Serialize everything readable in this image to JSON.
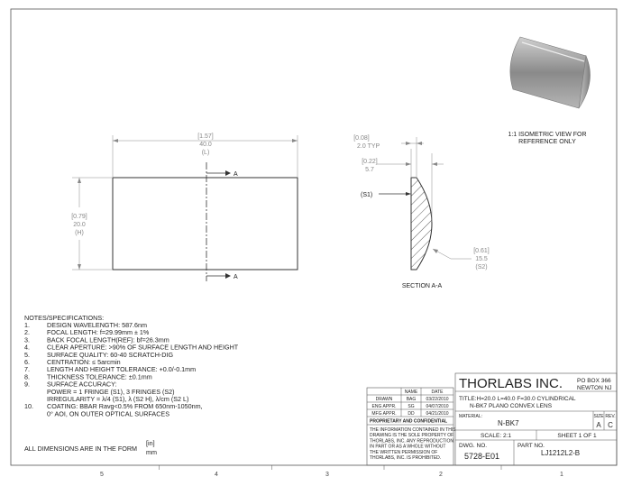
{
  "iso_view": {
    "line1": "1:1 ISOMETRIC VIEW FOR",
    "line2": "REFERENCE ONLY"
  },
  "front_view": {
    "length_in": "[1.57]",
    "length_mm": "40.0",
    "length_ref": "(L)",
    "height_in": "[0.79]",
    "height_mm": "20.0",
    "height_ref": "(H)",
    "section_marker_top": "A",
    "section_marker_bottom": "A"
  },
  "section_view": {
    "edge_in": "[0.08]",
    "edge_mm": "2.0",
    "edge_typ": "TYP",
    "thick_in": "[0.22]",
    "thick_mm": "5.7",
    "surface_label": "(S1)",
    "radius_in": "[0.61]",
    "radius_mm": "15.5",
    "radius_ref": "(S2)",
    "title": "SECTION A-A"
  },
  "notes": {
    "heading": "NOTES/SPECIFICATIONS:",
    "items": [
      {
        "num": "1.",
        "text": "DESIGN WAVELENGTH: 587.6nm"
      },
      {
        "num": "2.",
        "text": "FOCAL LENGTH: f=29.99mm ± 1%"
      },
      {
        "num": "3.",
        "text": "BACK FOCAL LENGTH(REF): bf=26.3mm"
      },
      {
        "num": "4.",
        "text": "CLEAR APERTURE: >90% OF SURFACE LENGTH AND HEIGHT"
      },
      {
        "num": "5.",
        "text": "SURFACE QUALITY: 60-40 SCRATCH-DIG"
      },
      {
        "num": "6.",
        "text": "CENTRATION: ≤ 5arcmin"
      },
      {
        "num": "7.",
        "text": "LENGTH AND HEIGHT TOLERANCE: +0.0/-0.1mm"
      },
      {
        "num": "8.",
        "text": "THICKNESS TOLERANCE: ±0.1mm"
      },
      {
        "num": "9.",
        "text": "SURFACE ACCURACY:"
      },
      {
        "num": "",
        "text": "POWER = 1 FRINGE (S1), 3 FRINGES (S2)"
      },
      {
        "num": "",
        "text": "IRREGULARITY = λ/4 (S1), λ (S2 H), λ/cm (S2 L)"
      },
      {
        "num": "10.",
        "text": "COATING: BBAR Ravg<0.5% FROM 650nm-1050nm,"
      },
      {
        "num": "",
        "text": "0° AOI, ON OUTER OPTICAL SURFACES"
      }
    ]
  },
  "dims_note": {
    "prefix": "ALL DIMENSIONS ARE IN THE FORM",
    "unit_top": "[in]",
    "unit_bottom": "mm"
  },
  "approvals": {
    "name_header": "NAME",
    "date_header": "DATE",
    "rows": [
      {
        "role": "DRAWN",
        "name": "BAG",
        "date": "03/22/2010"
      },
      {
        "role": "ENG APPR.",
        "name": "SG",
        "date": "04/07/2010"
      },
      {
        "role": "MFG APPR.",
        "name": "DD",
        "date": "04/21/2010"
      }
    ]
  },
  "proprietary": {
    "heading": "PROPRIETARY AND CONFIDENTIAL",
    "lines": [
      "THE INFORMATION CONTAINED IN THIS",
      "DRAWING IS THE SOLE PROPERTY OF",
      "THORLABS, INC. ANY REPRODUCTION",
      "IN PART OR AS A WHOLE WITHOUT",
      "THE WRITTEN PERMISSION OF",
      "THORLABS, INC. IS PROHIBITED."
    ]
  },
  "title_block": {
    "company": "THORLABS INC.",
    "address1": "PO BOX 366",
    "address2": "NEWTON NJ",
    "title_line1": "TITLE:H=20.0 L=40.0 F=30.0 CYLINDRICAL",
    "title_line2": "N-BK7 PLANO CONVEX LENS",
    "material_label": "MATERIAL:",
    "material": "N-BK7",
    "size_label": "SIZE",
    "size": "A",
    "rev_label": "REV.",
    "rev": "C",
    "scale": "SCALE: 2:1",
    "sheet": "SHEET 1 OF 1",
    "dwg_label": "DWG. NO.",
    "dwg_no": "5728-E01",
    "part_label": "PART NO.",
    "part_no": "LJ1212L2-B"
  },
  "zones": [
    "5",
    "4",
    "3",
    "2",
    "1"
  ],
  "colors": {
    "line": "#333333",
    "dim_text": "#888888",
    "lens_body": "#9a9a9a"
  }
}
